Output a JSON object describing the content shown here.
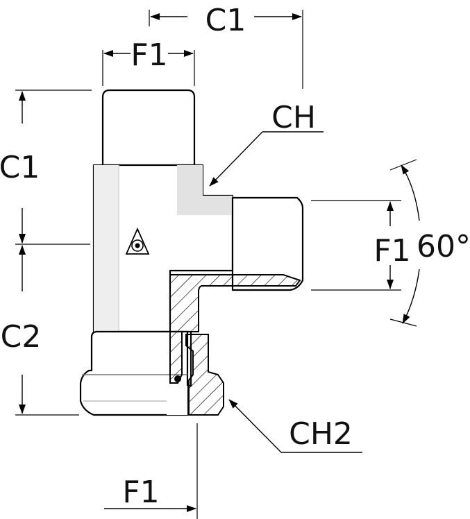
{
  "labels": {
    "c1_top": "C1",
    "f1_top": "F1",
    "ch": "CH",
    "c1_left": "C1",
    "c2_left": "C2",
    "f1_right": "F1",
    "angle": "60°",
    "ch2": "CH2",
    "f1_bottom": "F1"
  },
  "colors": {
    "line": "#000000",
    "body_fill": "#ffffff",
    "shadow_light": "#e9e9e9",
    "shadow_mid": "#cfcfcf",
    "shadow_dark": "#a8a8a8"
  },
  "icons": {
    "logo": "orientation-cone-logo"
  }
}
